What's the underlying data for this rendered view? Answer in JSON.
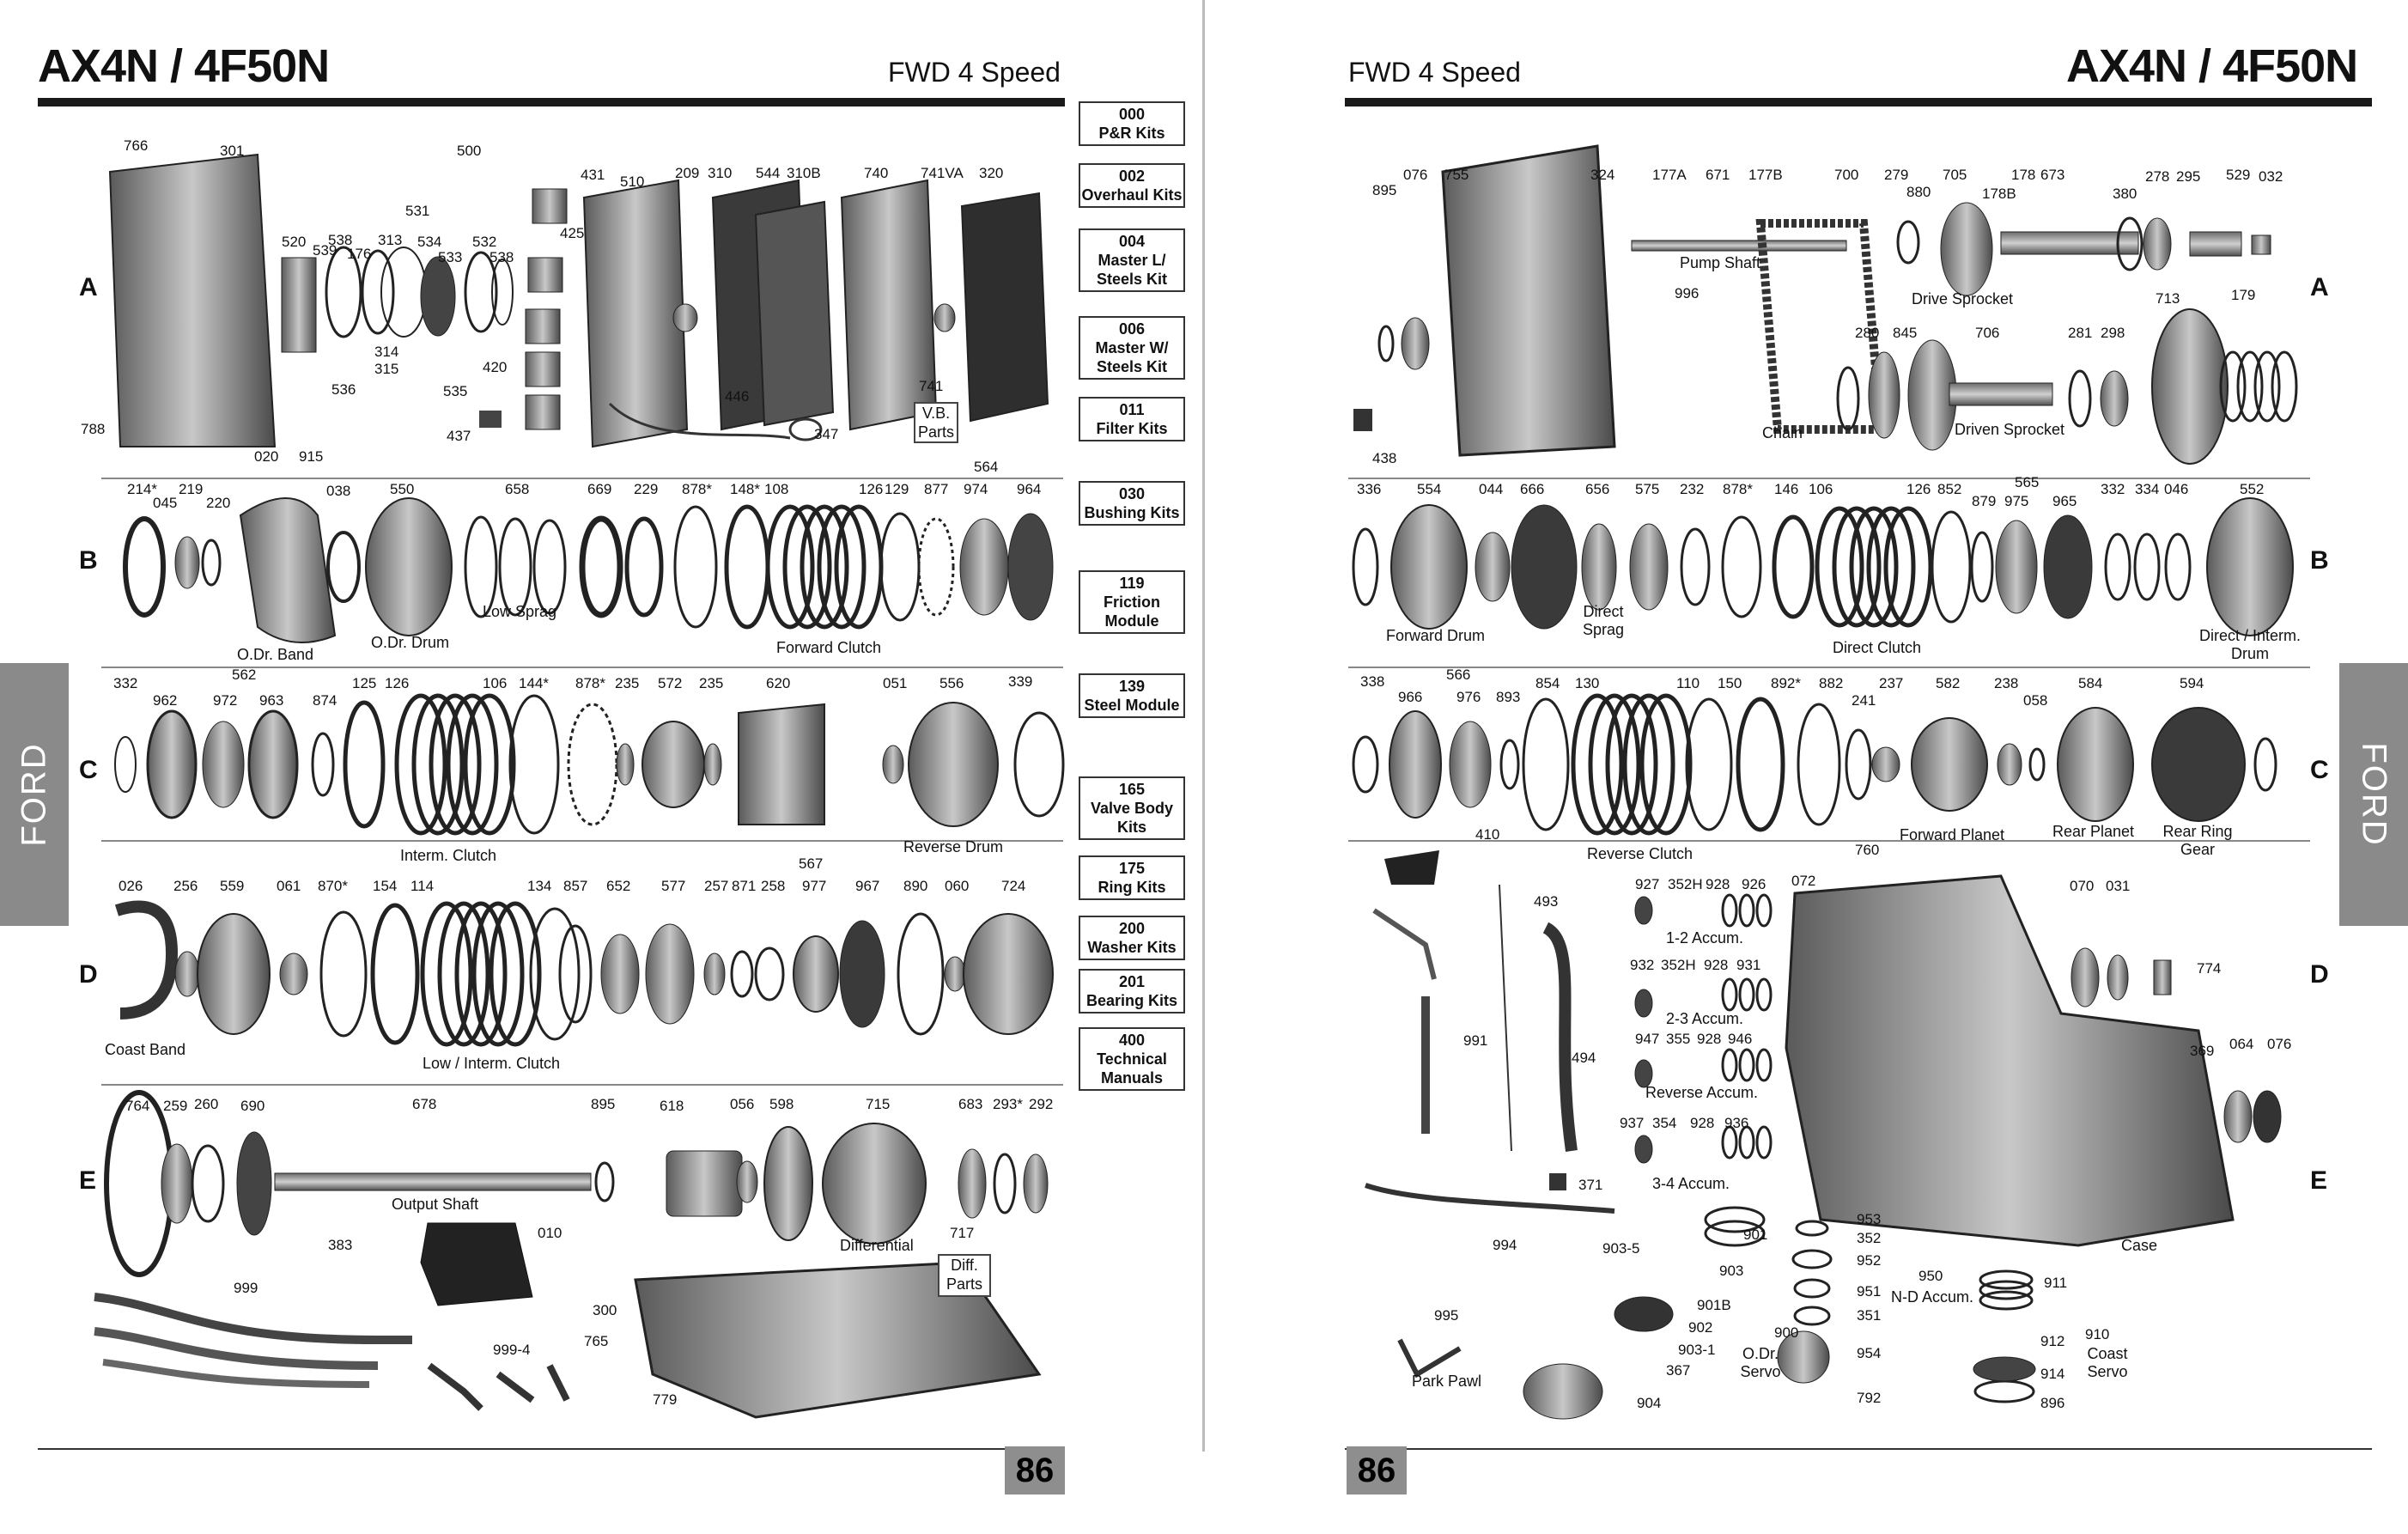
{
  "left_page": {
    "title": "AX4N / 4F50N",
    "subtitle": "FWD 4 Speed",
    "page_number": "86",
    "side_tab": "",
    "row_labels": [
      "A",
      "B",
      "C",
      "D",
      "E"
    ],
    "vb_parts": "V.B. Parts",
    "diff_parts": "Diff. Parts",
    "part_numbers": [
      "766",
      "301",
      "500",
      "531",
      "520",
      "539",
      "538",
      "176",
      "313",
      "534",
      "533",
      "532",
      "538",
      "431",
      "425",
      "510",
      "209",
      "310",
      "544",
      "310B",
      "740",
      "741VA",
      "320",
      "314",
      "315",
      "536",
      "535",
      "420",
      "437",
      "446",
      "347",
      "741",
      "788",
      "020",
      "915",
      "214*",
      "219",
      "045",
      "220",
      "038",
      "550",
      "658",
      "669",
      "229",
      "878*",
      "148*",
      "108",
      "126",
      "129",
      "564",
      "877",
      "974",
      "964",
      "332",
      "562",
      "962",
      "972",
      "963",
      "874",
      "125",
      "126",
      "106",
      "144*",
      "878*",
      "235",
      "572",
      "235",
      "620",
      "051",
      "556",
      "339",
      "026",
      "256",
      "559",
      "061",
      "870*",
      "154",
      "114",
      "134",
      "857",
      "652",
      "577",
      "257",
      "871",
      "258",
      "977",
      "967",
      "567",
      "890",
      "060",
      "724",
      "764",
      "259",
      "260",
      "690",
      "678",
      "895",
      "618",
      "056",
      "598",
      "715",
      "683",
      "293*",
      "292",
      "383",
      "010",
      "999",
      "999-4",
      "300",
      "765",
      "779",
      "717"
    ],
    "captions": [
      "O.Dr. Band",
      "O.Dr. Drum",
      "Low Sprag",
      "Forward Clutch",
      "Interm. Clutch",
      "Reverse Drum",
      "Coast Band",
      "Low / Interm. Clutch",
      "Output Shaft",
      "Differential"
    ]
  },
  "kits": [
    {
      "num": "000",
      "label": "P&R Kits"
    },
    {
      "num": "002",
      "label": "Overhaul Kits"
    },
    {
      "num": "004",
      "label": "Master L/ Steels Kit"
    },
    {
      "num": "006",
      "label": "Master W/ Steels Kit"
    },
    {
      "num": "011",
      "label": "Filter Kits"
    },
    {
      "num": "030",
      "label": "Bushing Kits"
    },
    {
      "num": "119",
      "label": "Friction Module"
    },
    {
      "num": "139",
      "label": "Steel Module"
    },
    {
      "num": "165",
      "label": "Valve Body Kits"
    },
    {
      "num": "175",
      "label": "Ring Kits"
    },
    {
      "num": "200",
      "label": "Washer Kits"
    },
    {
      "num": "201",
      "label": "Bearing Kits"
    },
    {
      "num": "400",
      "label": "Technical Manuals"
    }
  ],
  "right_page": {
    "title": "AX4N / 4F50N",
    "subtitle": "FWD 4 Speed",
    "page_number": "86",
    "side_tab": "FORD",
    "row_labels": [
      "A",
      "B",
      "C",
      "D",
      "E"
    ],
    "part_numbers": [
      "895",
      "076",
      "755",
      "324",
      "177A",
      "671",
      "177B",
      "700",
      "279",
      "880",
      "705",
      "178",
      "178B",
      "673",
      "380",
      "278",
      "295",
      "529",
      "032",
      "996",
      "280",
      "845",
      "706",
      "281",
      "298",
      "713",
      "179",
      "438",
      "336",
      "554",
      "044",
      "666",
      "656",
      "575",
      "232",
      "878*",
      "146",
      "106",
      "126",
      "852",
      "879",
      "975",
      "965",
      "565",
      "332",
      "334",
      "046",
      "552",
      "338",
      "566",
      "966",
      "976",
      "893",
      "854",
      "130",
      "110",
      "150",
      "892*",
      "882",
      "241",
      "237",
      "582",
      "238",
      "058",
      "584",
      "594",
      "410",
      "493",
      "927",
      "352H",
      "928",
      "926",
      "072",
      "760",
      "070",
      "031",
      "932",
      "352H",
      "928",
      "931",
      "774",
      "991",
      "494",
      "947",
      "355",
      "928",
      "946",
      "369",
      "064",
      "076",
      "937",
      "354",
      "928",
      "936",
      "371",
      "994",
      "903-5",
      "901",
      "903",
      "901B",
      "902",
      "903-1",
      "367",
      "904",
      "995",
      "953",
      "352",
      "952",
      "951",
      "351",
      "954",
      "792",
      "950",
      "900",
      "911",
      "912",
      "914",
      "896",
      "910"
    ],
    "captions": [
      "Pump Shaft",
      "Drive Sprocket",
      "Chain",
      "Driven Sprocket",
      "Forward Drum",
      "Direct Sprag",
      "Direct Clutch",
      "Direct / Interm. Drum",
      "Reverse Clutch",
      "Forward Planet",
      "Rear Planet",
      "Rear Ring Gear",
      "1-2 Accum.",
      "2-3 Accum.",
      "Reverse Accum.",
      "3-4 Accum.",
      "Case",
      "Park Pawl",
      "O.Dr. Servo",
      "N-D Accum.",
      "Coast Servo"
    ]
  },
  "left_side_tab": "FORD",
  "colors": {
    "rule": "#1a1a1a",
    "tab": "#8a8a8a",
    "page_num_bg": "#8e8e8e",
    "part_fill": "#9a9a9a"
  }
}
